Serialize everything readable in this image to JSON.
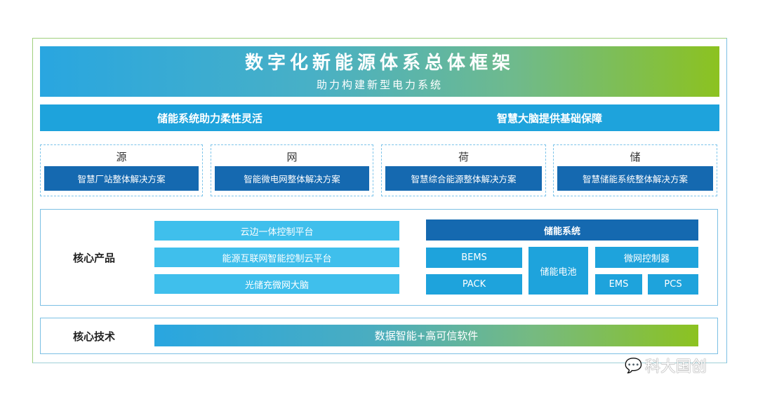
{
  "header": {
    "title": "数字化新能源体系总体框架",
    "subtitle": "助力构建新型电力系统"
  },
  "bar": {
    "left": "储能系统助力柔性灵活",
    "right": "智慧大脑提供基础保障"
  },
  "segments": [
    {
      "label": "源",
      "solution": "智慧厂站整体解决方案"
    },
    {
      "label": "网",
      "solution": "智能微电网整体解决方案"
    },
    {
      "label": "荷",
      "solution": "智慧综合能源整体解决方案"
    },
    {
      "label": "储",
      "solution": "智慧储能系统整体解决方案"
    }
  ],
  "core_products": {
    "label": "核心产品",
    "platforms": [
      "云边一体控制平台",
      "能源互联网智能控制云平台",
      "光储充微网大脑"
    ],
    "storage": {
      "title": "储能系统",
      "bems": "BEMS",
      "pack": "PACK",
      "battery": "储能电池",
      "microgrid": "微网控制器",
      "ems": "EMS",
      "pcs": "PCS"
    }
  },
  "core_tech": {
    "label": "核心技术",
    "bar": "数据智能+高可信软件"
  },
  "watermark": "科大国创"
}
